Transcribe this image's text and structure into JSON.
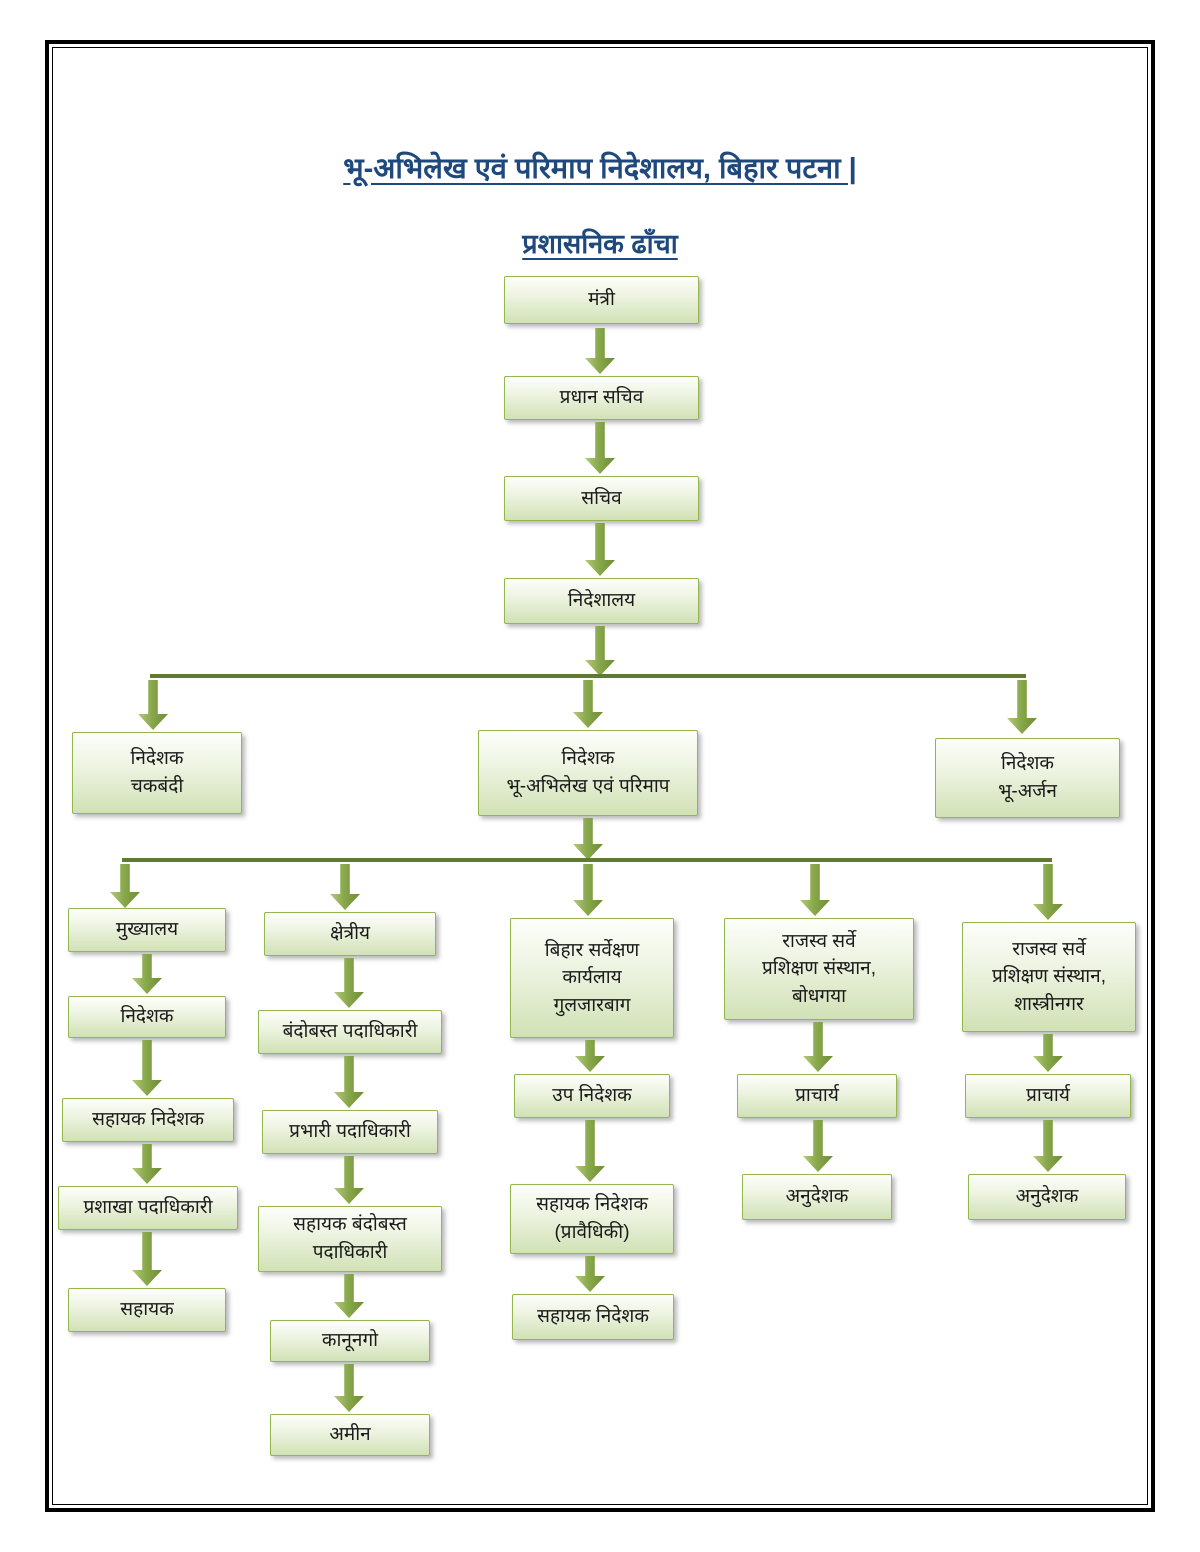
{
  "title": "भू-अभिलेख एवं परिमाप निदेशालय, बिहार पटना |",
  "subtitle": "प्रशासनिक ढाँचा",
  "colors": {
    "title_text": "#1f497d",
    "box_border": "#94b64e",
    "box_fill_top": "#fdfefb",
    "box_fill_bottom": "#d2e1b6",
    "arrow": "#7d9b42",
    "connector_line": "#5f7a31"
  },
  "chart": {
    "type": "org-chart",
    "chain": [
      "मंत्री",
      "प्रधान सचिव",
      "सचिव",
      "निदेशालय"
    ],
    "level2": [
      "निदेशक\nचकबंदी",
      "निदेशक\nभू-अभिलेख एवं परिमाप",
      "निदेशक\nभू-अर्जन"
    ],
    "columns": [
      [
        "मुख्यालय",
        "निदेशक",
        "सहायक निदेशक",
        "प्रशाखा पदाधिकारी",
        "सहायक"
      ],
      [
        "क्षेत्रीय",
        "बंदोबस्त पदाधिकारी",
        "प्रभारी पदाधिकारी",
        "सहायक बंदोबस्त\nपदाधिकारी",
        "कानूनगो",
        "अमीन"
      ],
      [
        "बिहार सर्वेक्षण\nकार्यलाय\nगुलजारबाग",
        "उप निदेशक",
        "सहायक निदेशक\n(प्रावैधिकी)",
        "सहायक निदेशक"
      ],
      [
        "राजस्व सर्वे\nप्रशिक्षण संस्थान,\nबोधगया",
        "प्राचार्य",
        "अनुदेशक"
      ],
      [
        "राजस्व सर्वे\nप्रशिक्षण संस्थान,\nशास्त्रीनगर",
        "प्राचार्य",
        "अनुदेशक"
      ]
    ]
  }
}
